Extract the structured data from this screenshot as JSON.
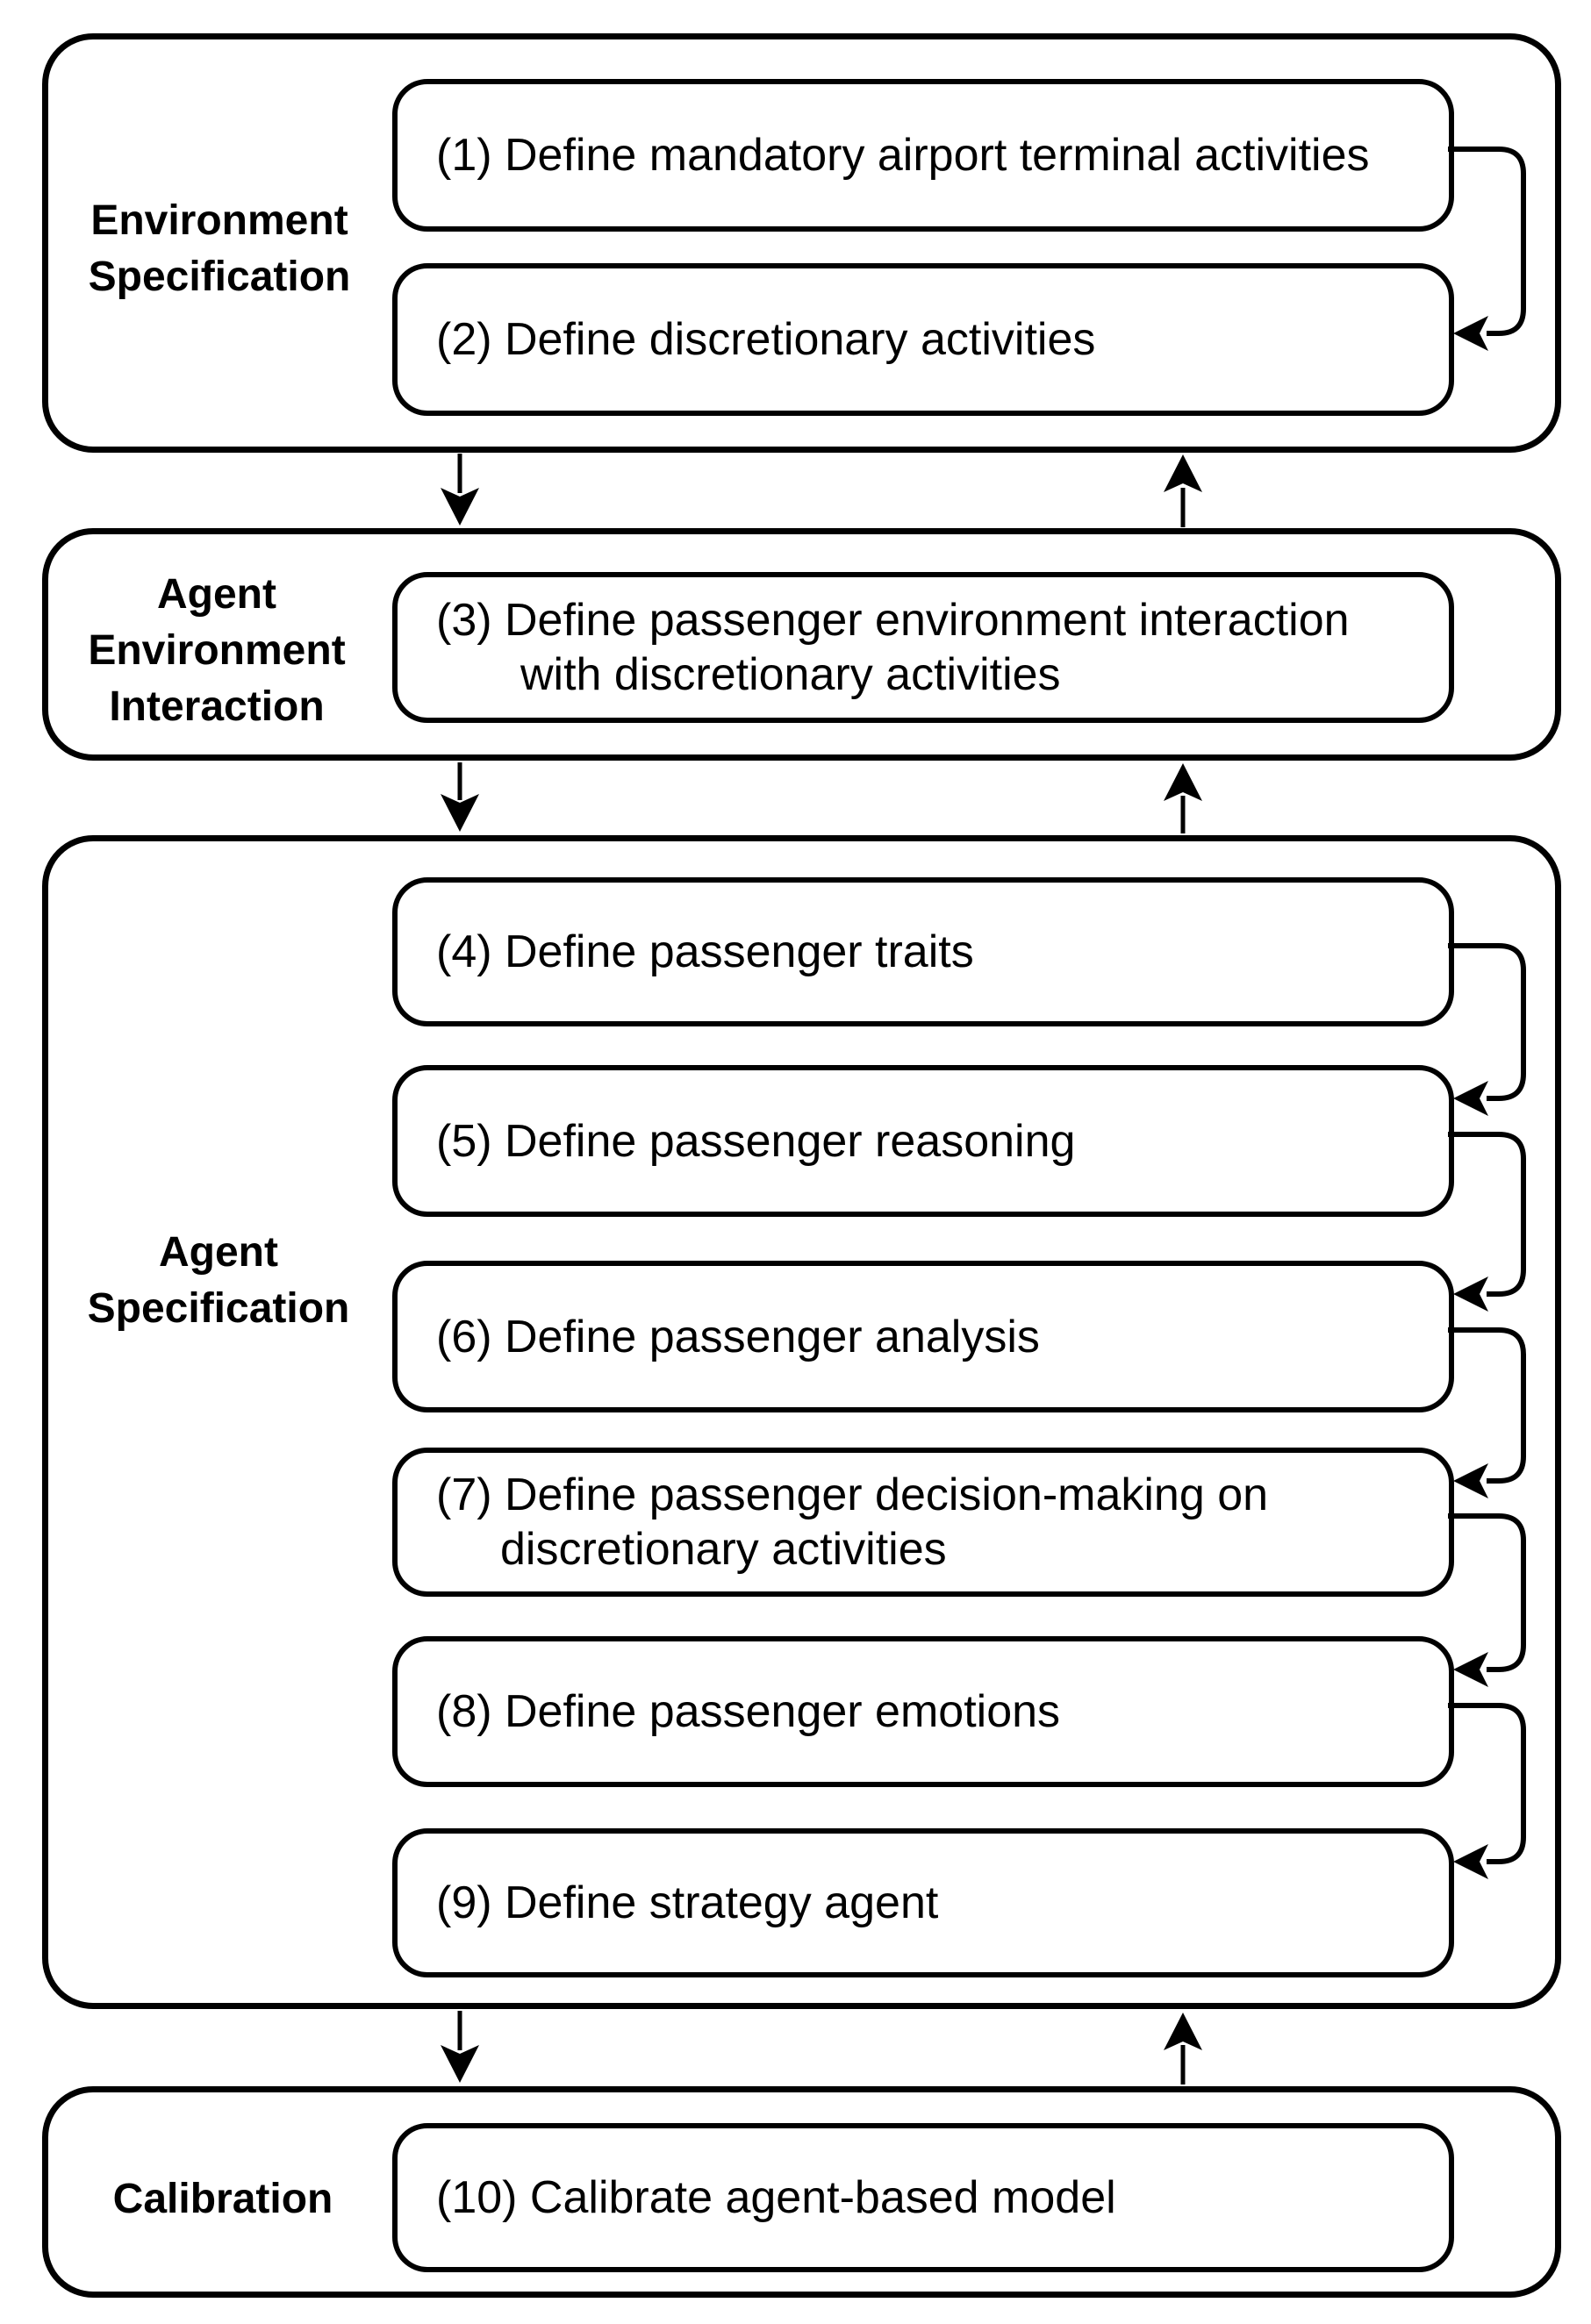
{
  "colors": {
    "line": "#000000",
    "background": "#ffffff",
    "text": "#000000"
  },
  "sections": [
    {
      "name": "Environment Specification",
      "label_lines": [
        "Environment",
        "Specification"
      ],
      "boxes": [
        {
          "lines": [
            "(1) Define mandatory airport terminal activities"
          ]
        },
        {
          "lines": [
            "(2) Define discretionary activities"
          ]
        }
      ]
    },
    {
      "name": "Agent Environment Interaction",
      "label_lines": [
        "Agent",
        "Environment",
        "Interaction"
      ],
      "boxes": [
        {
          "lines": [
            "(3) Define passenger environment interaction",
            "with discretionary activities"
          ]
        }
      ]
    },
    {
      "name": "Agent Specification",
      "label_lines": [
        "Agent",
        "Specification"
      ],
      "boxes": [
        {
          "lines": [
            "(4) Define passenger traits"
          ]
        },
        {
          "lines": [
            "(5) Define passenger reasoning"
          ]
        },
        {
          "lines": [
            "(6) Define passenger analysis"
          ]
        },
        {
          "lines": [
            "(7) Define passenger decision-making on",
            "discretionary activities"
          ]
        },
        {
          "lines": [
            "(8) Define passenger emotions"
          ]
        },
        {
          "lines": [
            "(9) Define strategy agent"
          ]
        }
      ]
    },
    {
      "name": "Calibration",
      "label_lines": [
        "Calibration"
      ],
      "boxes": [
        {
          "lines": [
            "(10) Calibrate agent-based model"
          ]
        }
      ]
    }
  ]
}
